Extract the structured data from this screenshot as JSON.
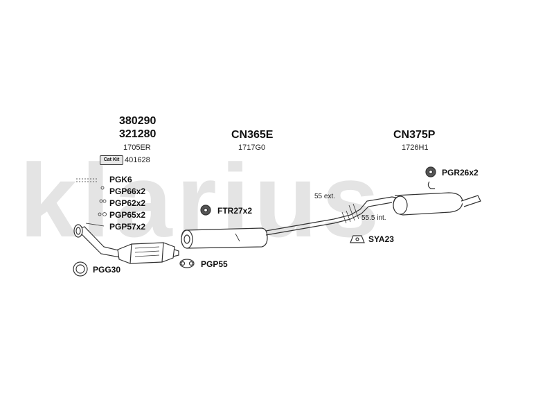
{
  "watermark": "klarius",
  "groups": [
    {
      "part_numbers": [
        "380290",
        "321280"
      ],
      "code": "1705ER",
      "kit_badge": "Cat Kit",
      "kit_number": "401628"
    },
    {
      "part_numbers": [
        "CN365E"
      ],
      "code": "1717G0"
    },
    {
      "part_numbers": [
        "CN375P"
      ],
      "code": "1726H1"
    }
  ],
  "fitting_parts": [
    "PGK6",
    "PGP66x2",
    "PGP62x2",
    "PGP65x2",
    "PGP57x2",
    "PGG30",
    "PGP55",
    "FTR27x2",
    "PGR26x2",
    "SYA23"
  ],
  "pipe_notes": {
    "ext": "55 ext.",
    "int": "55.5 int."
  },
  "colors": {
    "watermark": "#e4e4e4",
    "line": "#333333"
  }
}
